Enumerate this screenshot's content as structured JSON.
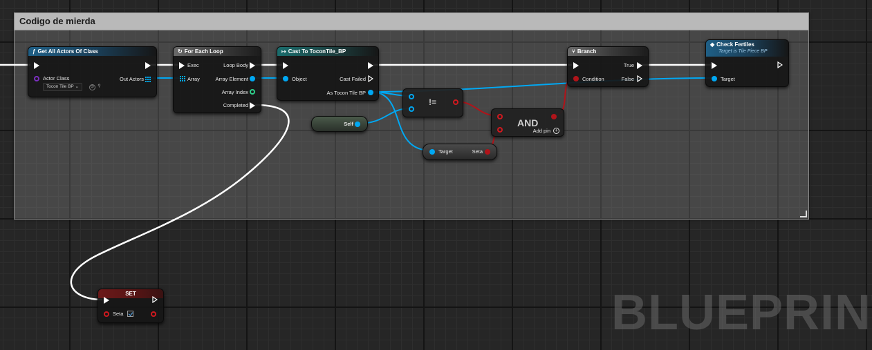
{
  "comment": {
    "title": "Codigo de mierda"
  },
  "watermark": "BLUEPRINT",
  "nodes": {
    "get_all_actors": {
      "title": "Get All Actors Of Class",
      "icon": "function-icon",
      "actor_class_label": "Actor Class",
      "actor_class_value": "Tocon Tile BP",
      "out_actors_label": "Out Actors"
    },
    "for_each": {
      "title": "For Each Loop",
      "icon": "loop-icon",
      "exec_label": "Exec",
      "array_label": "Array",
      "loop_body_label": "Loop Body",
      "array_element_label": "Array Element",
      "array_index_label": "Array Index",
      "completed_label": "Completed"
    },
    "cast": {
      "title": "Cast To ToconTile_BP",
      "icon": "cast-icon",
      "object_label": "Object",
      "cast_failed_label": "Cast Failed",
      "as_label": "As Tocon Tile BP"
    },
    "branch": {
      "title": "Branch",
      "icon": "branch-icon",
      "condition_label": "Condition",
      "true_label": "True",
      "false_label": "False"
    },
    "check_fertiles": {
      "title": "Check Fertiles",
      "subtitle": "Target is Tile Piece BP",
      "icon": "event-icon",
      "target_label": "Target"
    },
    "self": {
      "label": "Self"
    },
    "not_equal": {
      "op": "!="
    },
    "and": {
      "op": "AND",
      "add_pin_label": "Add pin"
    },
    "get_seta": {
      "target_label": "Target",
      "seta_label": "Seta"
    },
    "set": {
      "title": "SET",
      "seta_label": "Seta",
      "checked": true
    }
  },
  "colors": {
    "exec_wire": "#ffffff",
    "object_wire": "#00a8f3",
    "bool_wire": "#b0141a"
  }
}
